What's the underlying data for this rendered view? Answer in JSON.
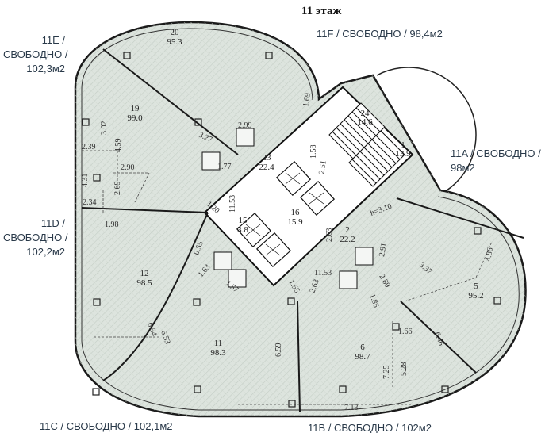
{
  "floor_title": "11 этаж",
  "units": [
    {
      "key": "11E",
      "lines": [
        "11E /",
        "СВОБОДНО /",
        "102,3м2"
      ]
    },
    {
      "key": "11F",
      "lines": [
        "11F / СВОБОДНО / 98,4м2"
      ]
    },
    {
      "key": "11A",
      "lines": [
        "11A / СВОБОДНО /",
        "98м2"
      ]
    },
    {
      "key": "11D",
      "lines": [
        "11D /",
        "СВОБОДНО /",
        "102,2м2"
      ]
    },
    {
      "key": "11C",
      "lines": [
        "11C / СВОБОДНО / 102,1м2"
      ]
    },
    {
      "key": "11B",
      "lines": [
        "11B / СВОБОДНО / 102м2"
      ]
    }
  ],
  "rooms": [
    {
      "num": "20",
      "area": "95.3"
    },
    {
      "num": "19",
      "area": "99.0"
    },
    {
      "num": "12",
      "area": "98.5"
    },
    {
      "num": "11",
      "area": "98.3"
    },
    {
      "num": "6",
      "area": "98.7"
    },
    {
      "num": "5",
      "area": "95.2"
    },
    {
      "num": "16",
      "area": "15.9"
    },
    {
      "num": "15",
      "area": "3.8"
    },
    {
      "num": "23",
      "area": "22.4"
    },
    {
      "num": "24",
      "area": "14.6"
    },
    {
      "num": "2",
      "area": "22.2"
    },
    {
      "num": "1",
      "area": "13.9"
    }
  ],
  "dimensions": [
    "1.69",
    "3.02",
    "2.39",
    "4.59",
    "2.90",
    "4.31",
    "2.69",
    "2.34",
    "1.98",
    "3.27",
    "2.99",
    "1.77",
    "1.58",
    "2.51",
    "11.53",
    "1.20",
    "2.63",
    "h=3.10",
    "11.53",
    "1.55",
    "0.55",
    "1.63",
    "1.57",
    "6.54",
    "6.53",
    "6.59",
    "2.63",
    "1.85",
    "2.89",
    "2.91",
    "3.37",
    "4.86",
    "1.66",
    "6.46",
    "7.25",
    "5.28",
    "7.13"
  ]
}
